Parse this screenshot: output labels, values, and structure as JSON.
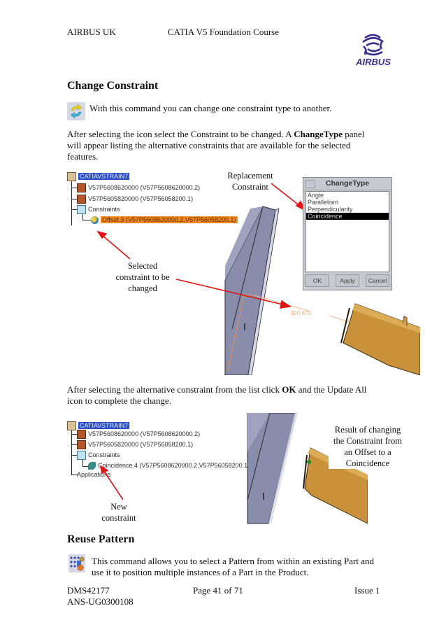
{
  "header": {
    "left": "AIRBUS UK",
    "center": "CATIA V5 Foundation Course",
    "logo_text": "AIRBUS",
    "brand_color": "#3a2f8f"
  },
  "section1": {
    "title": "Change Constraint",
    "icon": "change-constraint-icon",
    "intro": "With this command you can change one constraint type to another.",
    "para1_pre": "After selecting the icon select the Constraint to be changed. A ",
    "para1_bold": "ChangeType",
    "para1_post": " panel will appear listing the alternative constraints that are available for the selected features.",
    "tree1": {
      "root": "CATIAVSTRAIN7",
      "items": [
        "V57P5608620000 (V57P5608620000.2)",
        "V57P5605820000 (V57P56058200.1)",
        "Constraints",
        "Offset.3 (V57P5608620000.2,V57P56058200.1)"
      ]
    },
    "callout_replacement": [
      "Replacement",
      "Constraint"
    ],
    "callout_selected": [
      "Selected",
      "constraint to be",
      "changed"
    ],
    "dimension_value": "300.675",
    "dialog": {
      "title": "ChangeType",
      "options": [
        "Angle",
        "Parallelism",
        "Perpendicularity",
        "Coincidence"
      ],
      "selected_index": 3,
      "buttons": [
        "OK",
        "Apply",
        "Cancel"
      ]
    },
    "para2_pre": "After selecting the alternative constraint from the list click ",
    "para2_bold": "OK",
    "para2_post": "  and the Update All icon to complete the change.",
    "tree2": {
      "root": "CATIAVSTRAIN7",
      "items": [
        "V57P5608620000 (V57P5608620000.2)",
        "V57P5605820000 (V57P56058200.1)",
        "Constraints",
        "Coincidence.4 (V57P5608620000.2,V57P56058200.1)",
        "Applications"
      ]
    },
    "callout_new": [
      "New",
      "constraint"
    ],
    "callout_result": [
      "Result of changing",
      "the Constraint from",
      "an Offset to a",
      "Coincidence"
    ]
  },
  "section2": {
    "title": "Reuse Pattern",
    "icon": "reuse-pattern-icon",
    "text_line1": "This command allows you to select a Pattern from within an existing Part and",
    "text_line2": "use it to position multiple instances of a Part in the Product."
  },
  "footer": {
    "doc_id": "DMS42177",
    "doc_ref": "ANS-UG0300108",
    "page": "Page 41 of 71",
    "issue": "Issue 1"
  },
  "colors": {
    "arrow_red": "#e01515",
    "part_gray": "#7d7f9e",
    "part_orange": "#c8913a",
    "selection_orange": "#f28a1e",
    "selection_blue": "#2b4fc9"
  }
}
